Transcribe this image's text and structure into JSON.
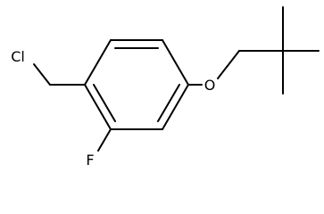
{
  "atoms": {
    "chlorine": "Cl",
    "fluorine": "F",
    "oxygen": "O"
  }
}
